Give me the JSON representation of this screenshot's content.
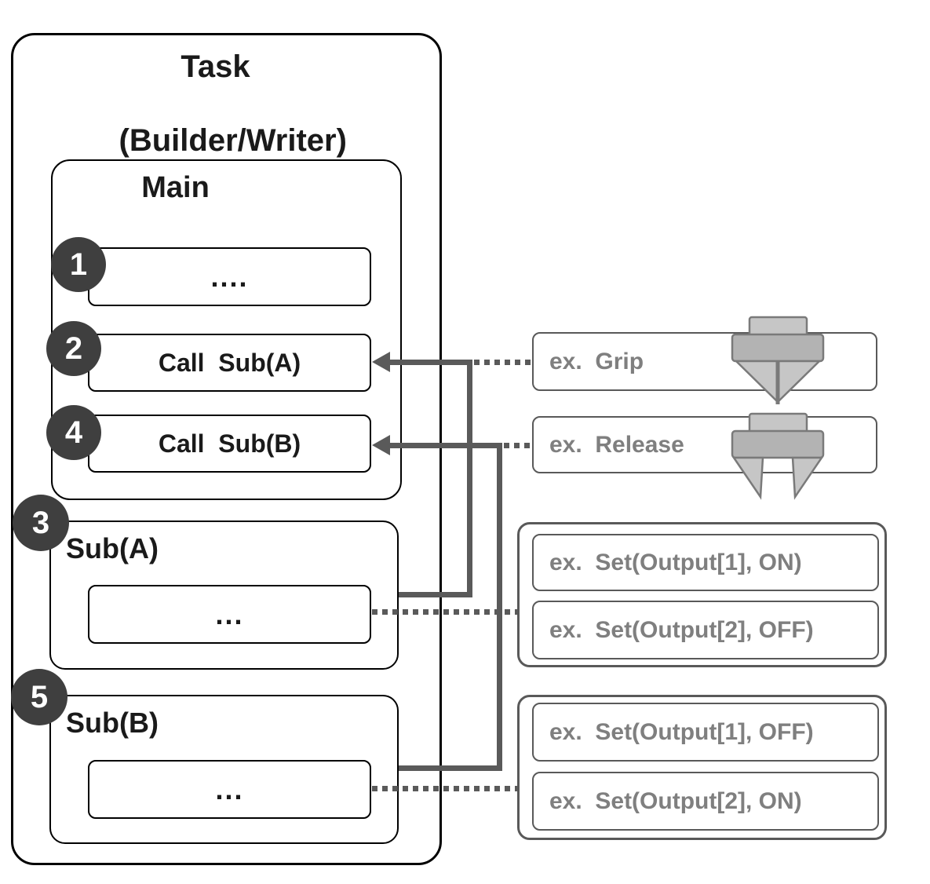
{
  "task": {
    "title_line1": "Task",
    "title_line2": "(Builder/Writer)",
    "main": {
      "title": "Main",
      "items": [
        {
          "badge": "1",
          "label": "...."
        },
        {
          "badge": "2",
          "label": "Call  Sub(A)"
        },
        {
          "badge": "4",
          "label": "Call  Sub(B)"
        }
      ]
    },
    "subroutines": [
      {
        "badge": "3",
        "title": "Sub(A)",
        "body": "..."
      },
      {
        "badge": "5",
        "title": "Sub(B)",
        "body": "..."
      }
    ]
  },
  "annotations": {
    "grip_label": "ex.  Grip",
    "release_label": "ex.  Release",
    "grip_icon": "gripper-closed-icon",
    "release_icon": "gripper-open-icon",
    "sub_a_examples": [
      "ex.  Set(Output[1], ON)",
      "ex.  Set(Output[2], OFF)"
    ],
    "sub_b_examples": [
      "ex.  Set(Output[1], OFF)",
      "ex.  Set(Output[2], ON)"
    ]
  },
  "colors": {
    "frame_border": "#000000",
    "badge_fill": "#3f3f3f",
    "badge_text": "#ffffff",
    "connector": "#5a5a5a",
    "annotation_border": "#595959",
    "annotation_text": "#7f7f7f",
    "icon_light_gray": "#c6c6c6",
    "icon_mid_gray": "#b3b3b3",
    "icon_stroke": "#7a7a7a"
  }
}
